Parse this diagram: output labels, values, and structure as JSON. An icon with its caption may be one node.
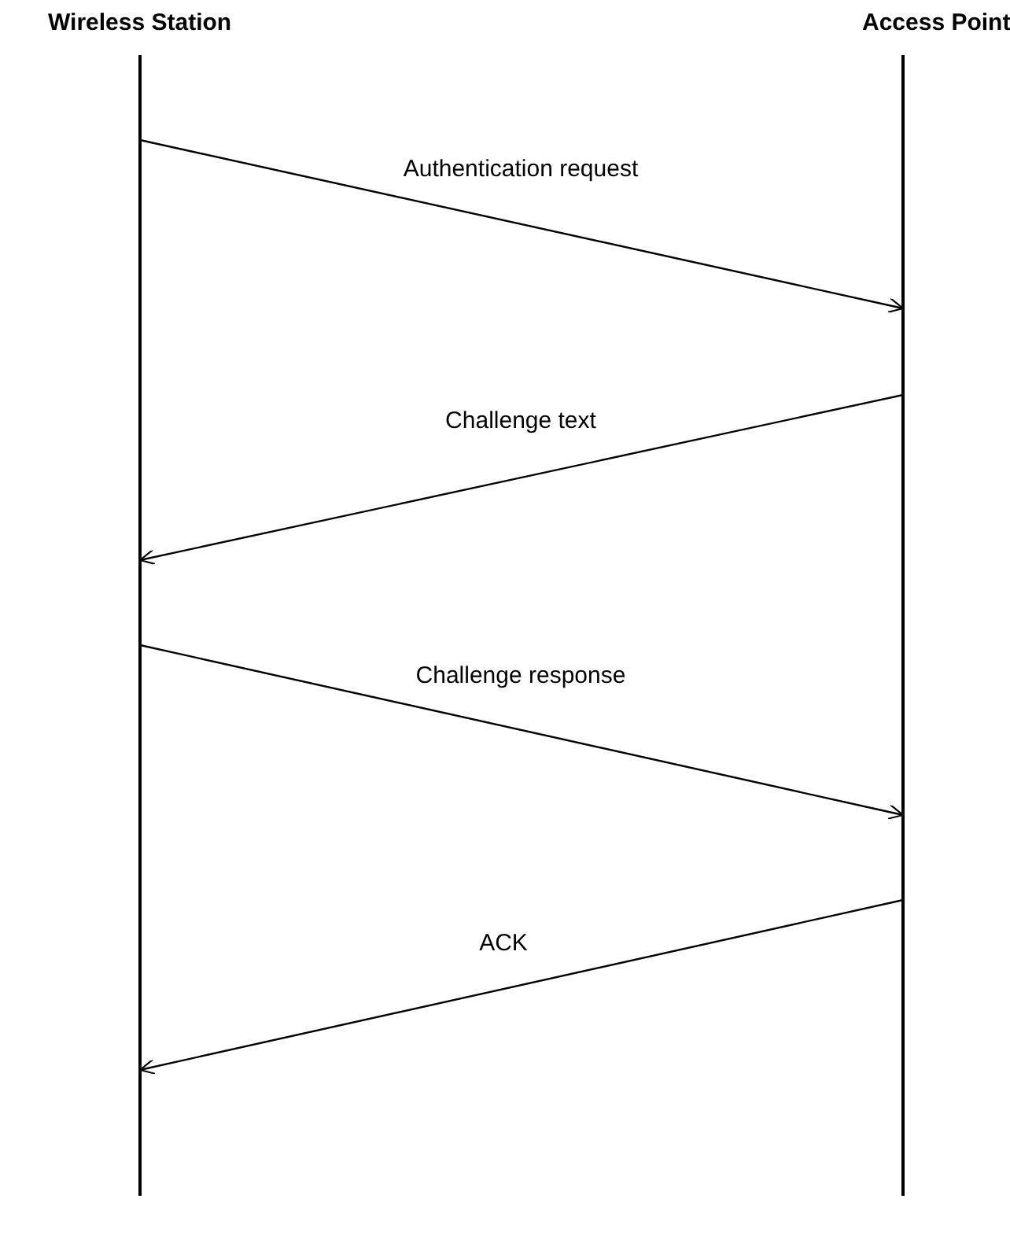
{
  "diagram": {
    "nodes": [
      {
        "text": [
          "Wireless Station"
        ]
      },
      {
        "text": [
          "Access Point"
        ]
      }
    ],
    "edges": [
      {
        "from": 0,
        "to": 1,
        "arrow": "to",
        "label": "Authentication request"
      },
      {
        "from": 1,
        "to": 0,
        "arrow": "to",
        "label": "Challenge text"
      },
      {
        "from": 0,
        "to": 1,
        "arrow": "to",
        "label": "Challenge response"
      },
      {
        "from": 1,
        "to": 0,
        "arrow": "to",
        "label": "ACK"
      }
    ]
  }
}
